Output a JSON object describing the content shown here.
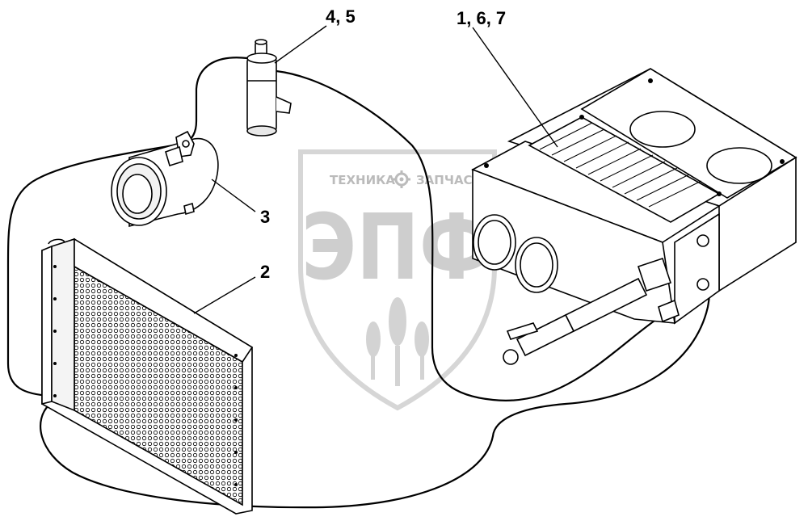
{
  "callouts": {
    "c1": "4, 5",
    "c2": "1, 6, 7",
    "c3": "3",
    "c4": "2"
  },
  "watermark": {
    "left_text": "ТЕХНИКА",
    "right_text": "ЗАПЧАСТИ",
    "main_text": "ЭПФ",
    "color": "#c8c8c8"
  },
  "icons": [
    "gear-icon",
    "wheat-icon"
  ]
}
